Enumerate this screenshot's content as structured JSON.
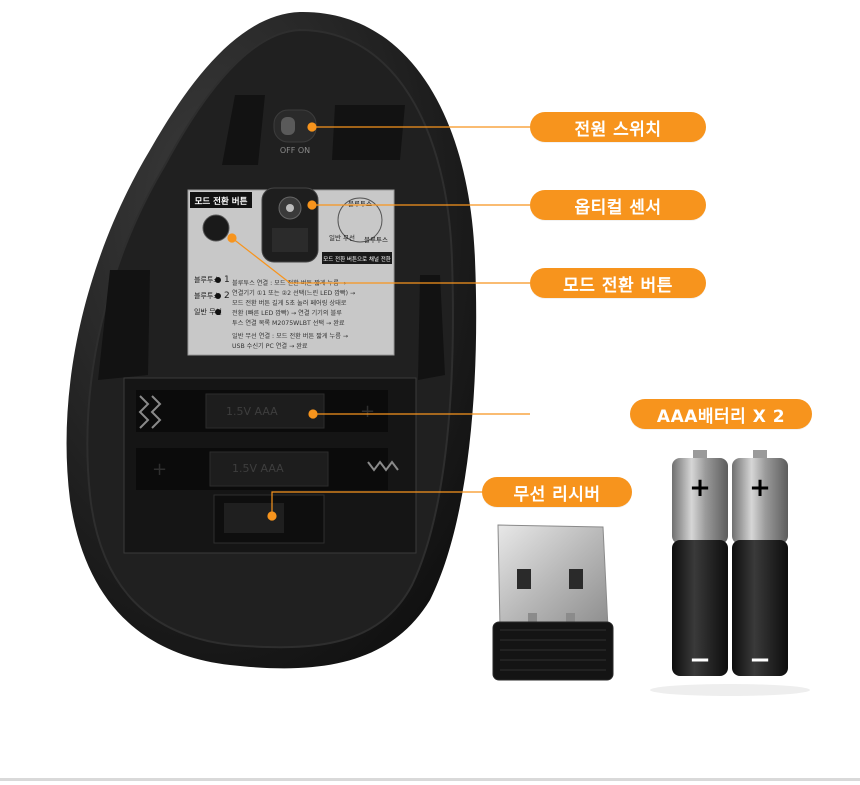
{
  "callouts": [
    {
      "id": "power-switch",
      "label": "전원 스위치"
    },
    {
      "id": "optical-sensor",
      "label": "옵티컬 센서"
    },
    {
      "id": "mode-button",
      "label": "모드 전환 버튼"
    },
    {
      "id": "battery",
      "label": "AAA배터리 X 2"
    },
    {
      "id": "receiver",
      "label": "무선 리시버"
    }
  ],
  "mouse": {
    "switch_label": "OFF  ON",
    "panel_title": "모드 전환 버튼",
    "sensor_mode_1": "블루투스",
    "sensor_mode_2": "블루투스",
    "sensor_mode_wireless": "일반 무선",
    "sensor_caption": "모드 전환 버튼으로 채널 전환",
    "mode_list": [
      {
        "label": "블루투스",
        "num": "1"
      },
      {
        "label": "블루투스",
        "num": "2"
      },
      {
        "label": "일반 무선",
        "num": ""
      }
    ],
    "instructions": [
      "블루투스 연결 : 모드 전환 버튼 짧게 누름 →",
      "연결기기 ①1 또는 ②2 선택(느린 LED 깜빡) →",
      "모드 전환 버튼 길게 5초 눌러 페어링 상태로",
      "전환 (빠른 LED 깜빡) → 연결 기기의 블루",
      "투스 연결 목록 M2075WLBT 선택 → 완료",
      "일반 무선 연결 : 모드 전환 버튼 짧게 누름 →",
      "USB 수신기 PC 연결 → 완료"
    ],
    "battery_text_top": "1.5V  AAA",
    "battery_text_bottom": "1.5V  AAA",
    "plus_sign": "+"
  },
  "batteries": {
    "plus": "+",
    "minus": "−",
    "count": 2
  },
  "colors": {
    "accent": "#f7941d",
    "mouse_body": "#1c1c1c",
    "label_plate": "#c8c8c8"
  }
}
